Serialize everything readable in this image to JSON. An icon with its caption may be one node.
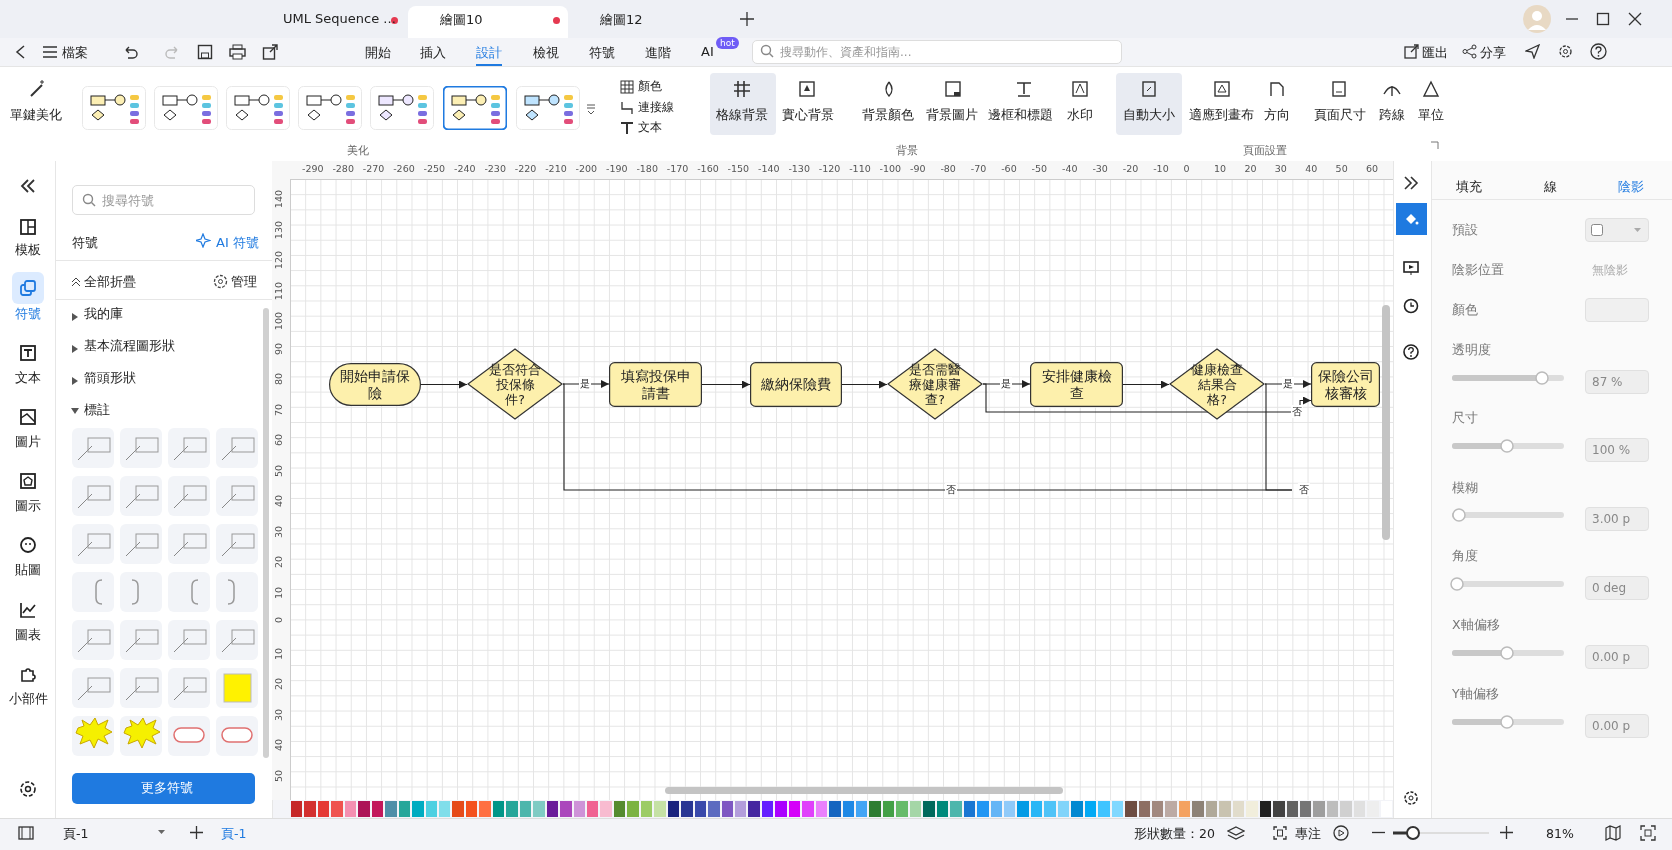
{
  "diagram": {
    "nodes": [
      {
        "text": [
          "開始申請保險"
        ]
      },
      {
        "text": [
          "是否符合投保條件?"
        ]
      },
      {
        "text": [
          "填寫投保申請書"
        ]
      },
      {
        "text": [
          "繳納保險費"
        ]
      },
      {
        "text": [
          "是否需醫療健康審查?"
        ]
      },
      {
        "text": [
          "安排健康檢查"
        ]
      },
      {
        "text": [
          "健康檢查結果合格?"
        ]
      },
      {
        "text": [
          "保險公司核審核"
        ]
      }
    ],
    "edges": [
      {
        "from": 0,
        "to": 1,
        "arrow": "to"
      },
      {
        "from": 1,
        "to": 2,
        "arrow": "to",
        "label": "是"
      },
      {
        "from": 2,
        "to": 3,
        "arrow": "to"
      },
      {
        "from": 3,
        "to": 4,
        "arrow": "to"
      },
      {
        "from": 4,
        "to": 5,
        "arrow": "to",
        "label": "是"
      },
      {
        "from": 5,
        "to": 6,
        "arrow": "to"
      },
      {
        "from": 6,
        "to": 7,
        "arrow": "to",
        "label": "是"
      },
      {
        "from": 4,
        "to": 7,
        "arrow": "to",
        "label": "否"
      },
      {
        "from": 1,
        "to": null,
        "arrow": "none",
        "label": "否"
      },
      {
        "from": 6,
        "to": null,
        "arrow": "none",
        "label": "否"
      }
    ],
    "labels": [
      "UML Sequence ...",
      "繪圖10",
      "繪圖12",
      "檔案",
      "開始",
      "插入",
      "設計",
      "檢視",
      "符號",
      "進階",
      "AI",
      "hot",
      "搜尋動作、資產和指南...",
      "匯出",
      "分享",
      "單鍵美化",
      "顏色",
      "連接線",
      "文本",
      "美化",
      "格線背景",
      "實心背景",
      "背景顏色",
      "背景圖片",
      "邊框和標題",
      "水印",
      "背景",
      "自動大小",
      "適應到畫布",
      "方向",
      "頁面尺寸",
      "跨線",
      "單位",
      "頁面設置",
      "模板",
      "符號",
      "文本",
      "圖片",
      "圖示",
      "貼圖",
      "圖表",
      "小部件",
      "搜尋符號",
      "符號",
      "AI 符號",
      "全部折疊",
      "管理",
      "我的庫",
      "基本流程圖形狀",
      "箭頭形狀",
      "標註",
      "更多符號",
      "填充",
      "線",
      "陰影",
      "預設",
      "陰影位置",
      "無陰影",
      "顏色",
      "透明度",
      "87 %",
      "尺寸",
      "100 %",
      "模糊",
      "3.00 p",
      "角度",
      "0 deg",
      "X軸偏移",
      "0.00 p",
      "Y軸偏移",
      "0.00 p",
      "頁-1",
      "頁-1",
      "形狀數量：20",
      "專注",
      "81%",
      "-290",
      "-280",
      "-270",
      "-260",
      "-250",
      "-240",
      "-230",
      "-220",
      "-210",
      "-200",
      "-190",
      "-180",
      "-170",
      "-160",
      "-150",
      "-140",
      "-130",
      "-120",
      "-110",
      "-100",
      "-90",
      "-80",
      "-70",
      "-60",
      "-50",
      "-40",
      "-30",
      "-20",
      "-10",
      "0",
      "10",
      "20",
      "30",
      "40",
      "50",
      "60",
      "140",
      "130",
      "120",
      "110",
      "100",
      "90",
      "80",
      "70",
      "60",
      "50",
      "40",
      "30",
      "20",
      "10",
      "0",
      "10",
      "20",
      "30",
      "40",
      "50"
    ]
  }
}
